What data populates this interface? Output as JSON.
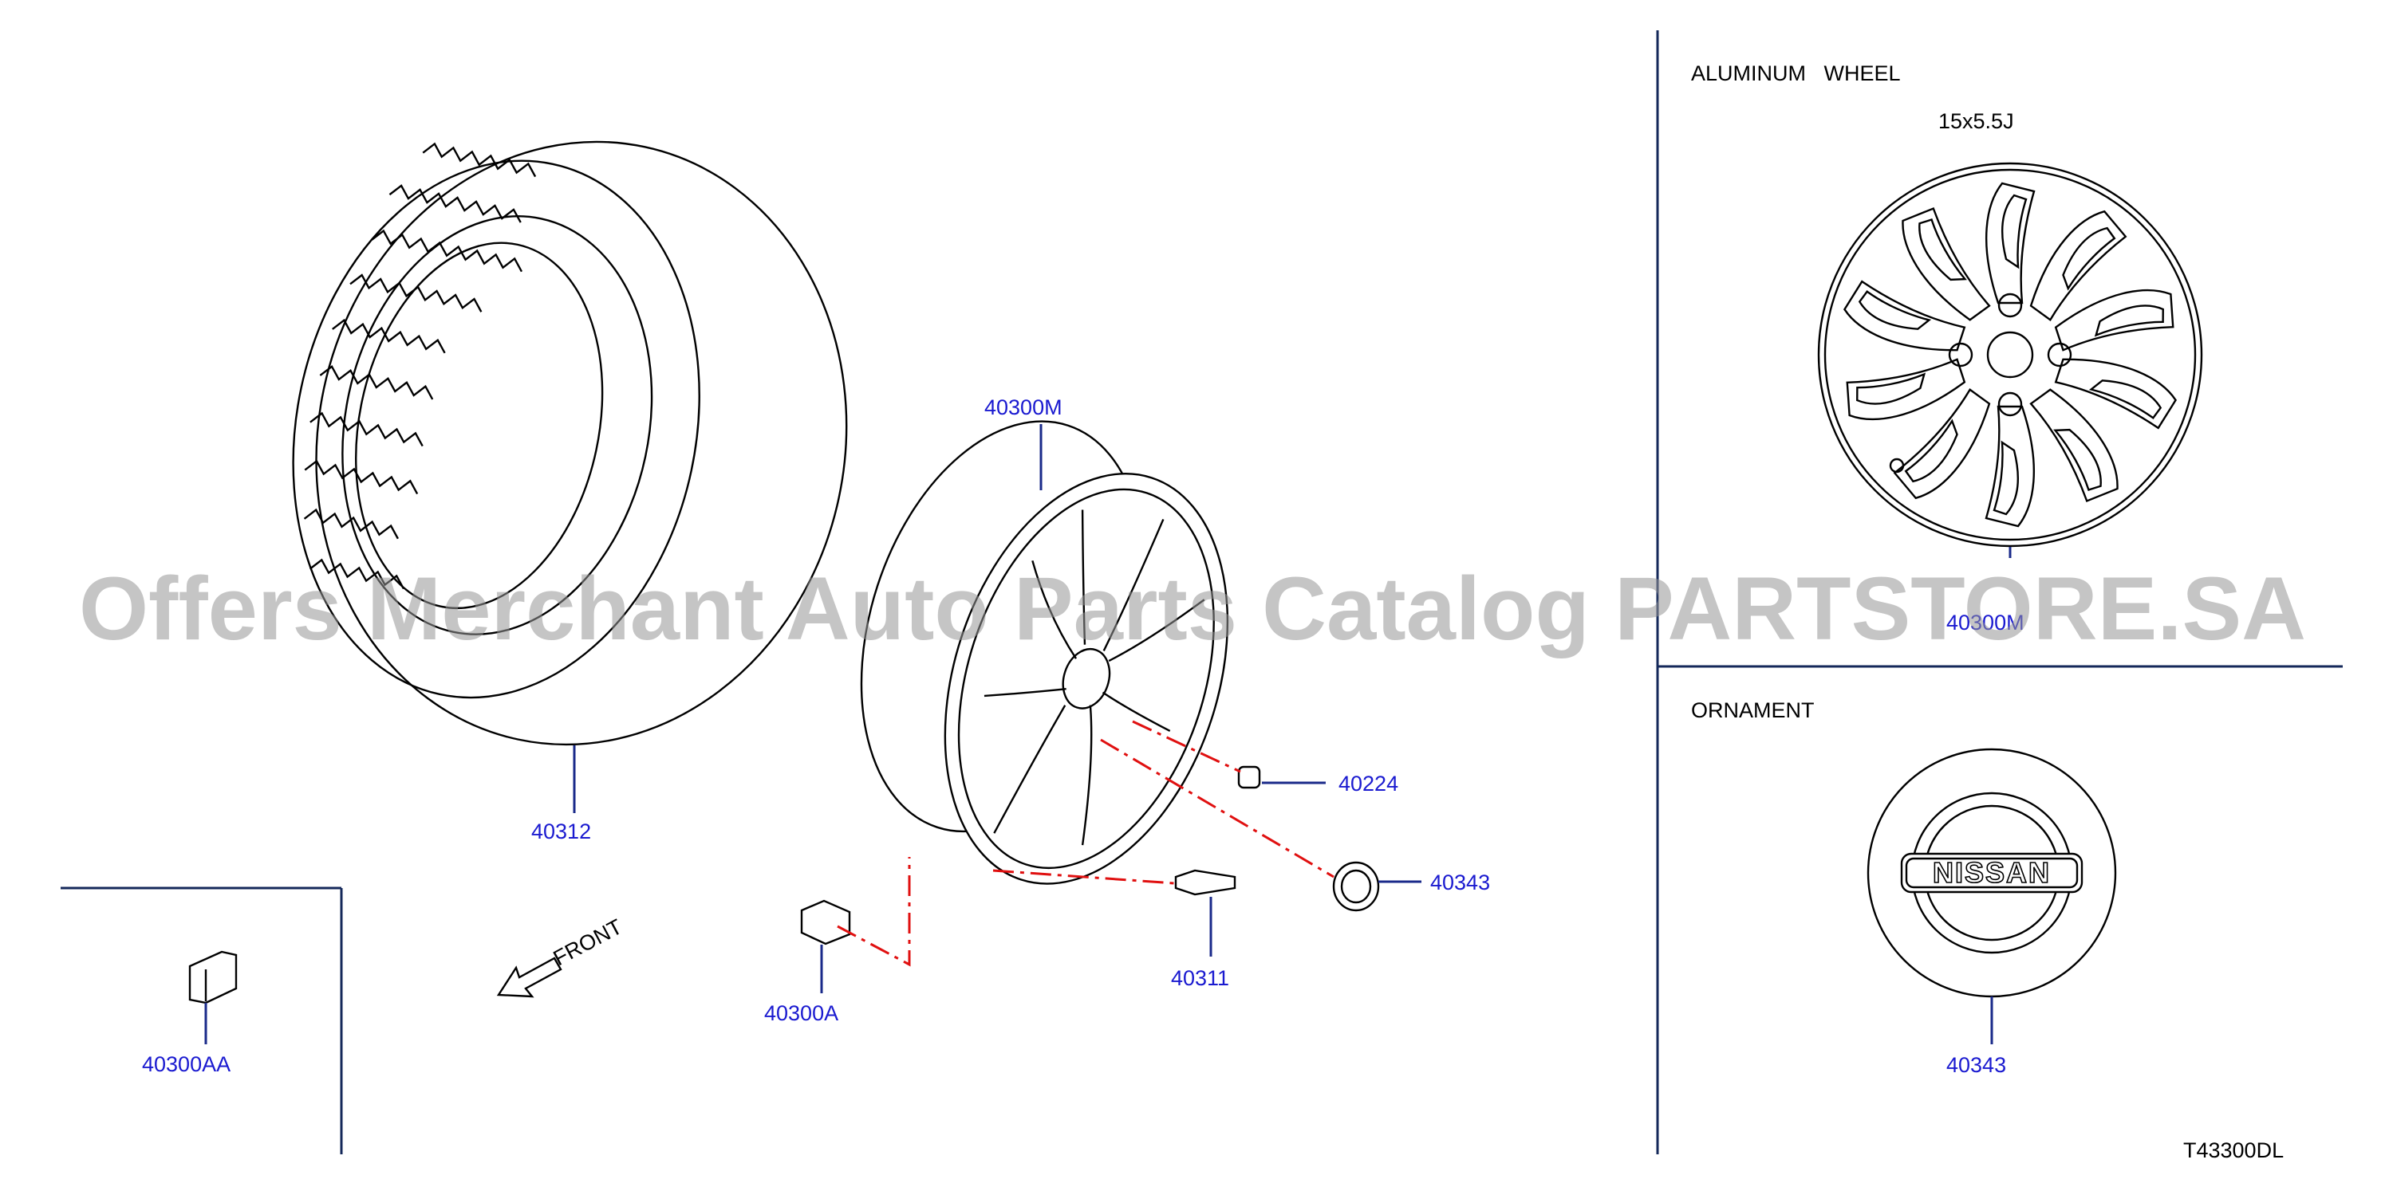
{
  "watermark": "Offers Merchant Auto Parts Catalog PARTSTORE.SA",
  "diagram_code": "T43300DL",
  "direction_label": "FRONT",
  "sections": {
    "aluminum_wheel": {
      "title": "ALUMINUM   WHEEL",
      "size": "15x5.5J",
      "part": "40300M"
    },
    "ornament": {
      "title": "ORNAMENT",
      "part": "40343",
      "emblem": "NISSAN"
    }
  },
  "parts": {
    "tire": "40312",
    "wheel": "40300M",
    "nut": "40224",
    "ornament": "40343",
    "valve": "40311",
    "sensor": "40300A",
    "sensor_alt": "40300AA"
  },
  "colors": {
    "label": "#1a1ad0",
    "dash": "#e01010",
    "section_line": "#14285a"
  }
}
